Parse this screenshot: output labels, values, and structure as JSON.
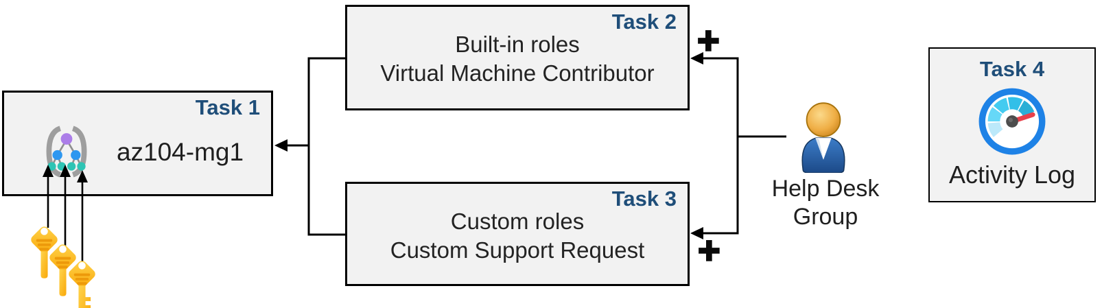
{
  "task1": {
    "label": "Task 1",
    "title": "az104-mg1",
    "icon": "management-group-icon"
  },
  "task2": {
    "label": "Task 2",
    "line1": "Built-in roles",
    "line2": "Virtual Machine Contributor"
  },
  "task3": {
    "label": "Task 3",
    "line1": "Custom roles",
    "line2": "Custom Support Request"
  },
  "task4": {
    "label": "Task 4",
    "title": "Activity Log",
    "icon": "activity-log-gauge-icon"
  },
  "help_desk_group": {
    "line1": "Help Desk",
    "line2": "Group",
    "icon": "user-icon"
  },
  "annotations": {
    "plus_top": "+",
    "plus_bottom": "+"
  },
  "keys": {
    "icon": "key-icon",
    "count": 3
  },
  "colors": {
    "task_label": "#1F4E79",
    "box_fill": "#F2F2F2",
    "box_border": "#000000",
    "body_text": "#232323",
    "connector": "#000000",
    "gauge_ring_blue": "#1E82E6",
    "gauge_needle_red": "#E8404A",
    "key_gold": "#F9A80A",
    "person_body_blue": "#2D6BB4",
    "person_head_gold": "#E9A33C",
    "mg_purple": "#AB7DE8",
    "mg_blue": "#2E97F0",
    "mg_teal": "#2EC4B4"
  }
}
